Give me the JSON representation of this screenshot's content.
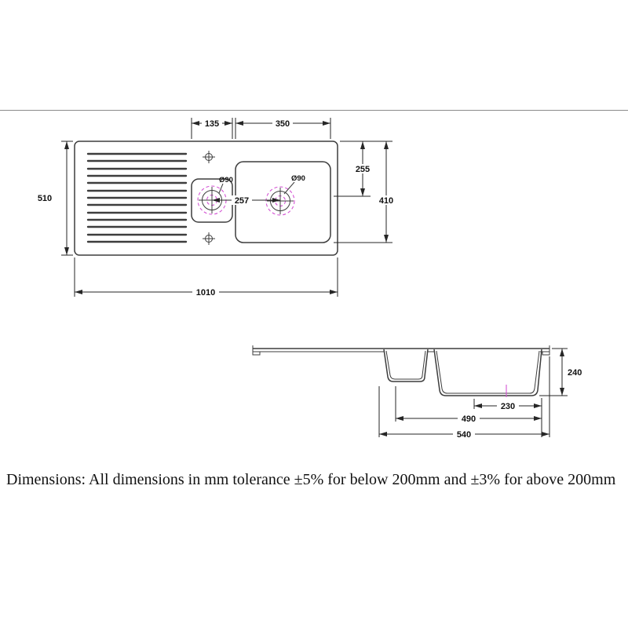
{
  "note": "Dimensions: All dimensions in mm tolerance ±5% for below 200mm and ±3% for above 200mm",
  "plan": {
    "small_bowl_width": "135",
    "main_bowl_width": "350",
    "rim_to_drain": "255",
    "main_bowl_length": "410",
    "overall_width": "510",
    "overall_length": "1010",
    "drain_centres": "257",
    "small_drain": "Ø90",
    "main_drain": "Ø90"
  },
  "section": {
    "bowl_depth": "240",
    "bowl_base_width": "230",
    "bowls_span": "490",
    "cabinet_min": "540"
  },
  "colors": {
    "line": "#3d3d3d",
    "dim": "#262626",
    "magenta": "#d454d4",
    "rule": "#8a8a8a",
    "text": "#111111"
  }
}
